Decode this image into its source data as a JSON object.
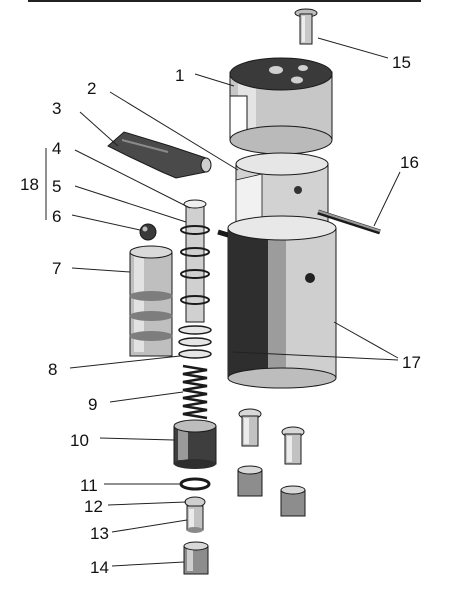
{
  "diagram": {
    "labels": {
      "l1": "1",
      "l2": "2",
      "l3": "3",
      "l4": "4",
      "l5": "5",
      "l6": "6",
      "l7": "7",
      "l8": "8",
      "l9": "9",
      "l10": "10",
      "l11": "11",
      "l12": "12",
      "l13": "13",
      "l14": "14",
      "l15": "15",
      "l16": "16",
      "l17": "17",
      "l18": "18"
    },
    "colors": {
      "metal_light": "#d6d6d6",
      "metal_mid": "#a9a9a9",
      "metal_dark": "#3c3c3c",
      "outline": "#1a1a1a"
    }
  }
}
